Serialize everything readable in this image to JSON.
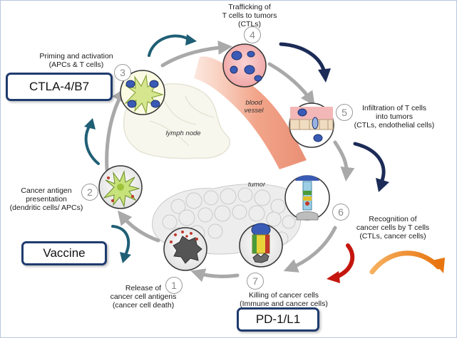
{
  "steps": [
    {
      "number": "1",
      "label": "Release of\ncancer cell antigens\n(cancer cell death)"
    },
    {
      "number": "2",
      "label": "Cancer antigen\npresentation\n(dendritic cells/ APCs)"
    },
    {
      "number": "3",
      "label": "Priming and activation\n(APCs & T cells)"
    },
    {
      "number": "4",
      "label": "Trafficking of\nT cells to tumors\n(CTLs)"
    },
    {
      "number": "5",
      "label": "Infiltration of T cells\ninto tumors\n(CTLs, endothelial cells)"
    },
    {
      "number": "6",
      "label": "Recognition of\ncancer cells by T cells\n(CTLs, cancer cells)"
    },
    {
      "number": "7",
      "label": "Killing of cancer cells\n(Immune and cancer cells)"
    }
  ],
  "boxes": {
    "ctla4": "CTLA-4/B7",
    "vaccine": "Vaccine",
    "pd1": "PD-1/L1"
  },
  "regions": {
    "lymph_node": "lymph node",
    "blood_vessel": "blood\nvessel",
    "tumor": "tumor"
  },
  "colors": {
    "cycle_arrow": "#a9a9a9",
    "box_border": "#1f3b6e",
    "navy_arrow": "#1c2b57",
    "teal_arrow": "#1f5f75",
    "red_arrow": "#c4160e",
    "orange_arrow": "#e8750f",
    "vessel": "#f2a58a"
  }
}
